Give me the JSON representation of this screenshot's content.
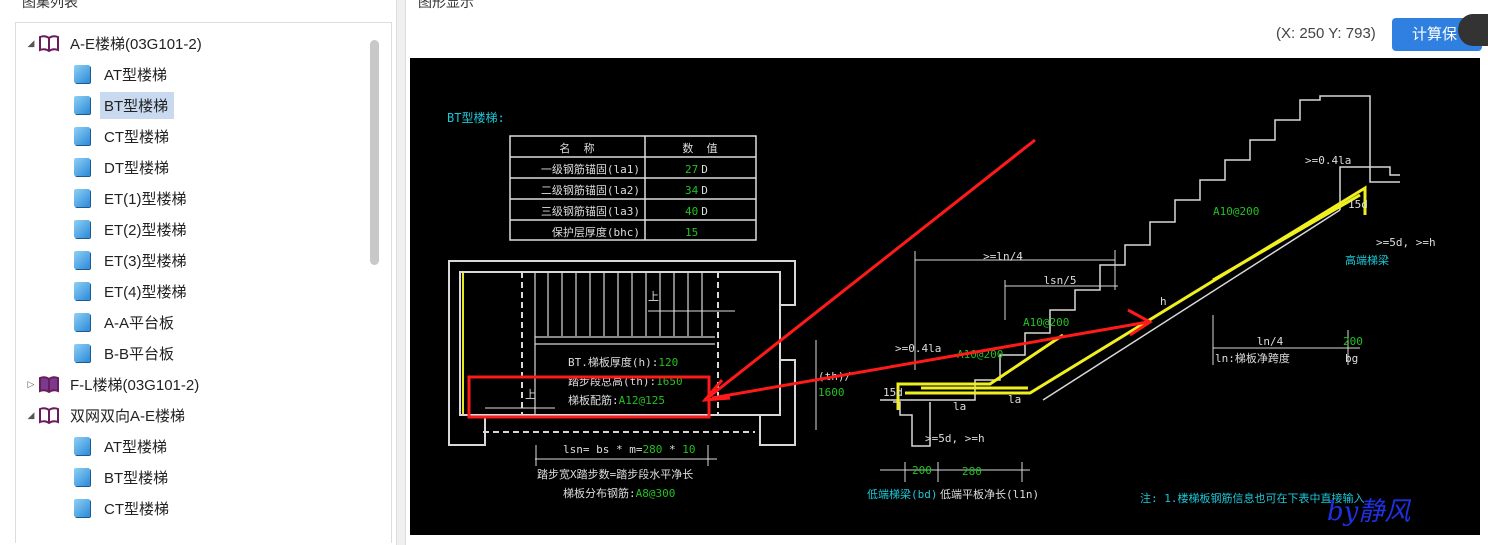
{
  "left_panel": {
    "title": "图集列表",
    "tree": [
      {
        "label": "A-E楼梯(03G101-2)",
        "type": "book",
        "expanded": true,
        "book_color": "#6a1b5a"
      },
      {
        "label": "AT型楼梯",
        "type": "page"
      },
      {
        "label": "BT型楼梯",
        "type": "page",
        "selected": true
      },
      {
        "label": "CT型楼梯",
        "type": "page"
      },
      {
        "label": "DT型楼梯",
        "type": "page"
      },
      {
        "label": "ET(1)型楼梯",
        "type": "page"
      },
      {
        "label": "ET(2)型楼梯",
        "type": "page"
      },
      {
        "label": "ET(3)型楼梯",
        "type": "page"
      },
      {
        "label": "ET(4)型楼梯",
        "type": "page"
      },
      {
        "label": "A-A平台板",
        "type": "page"
      },
      {
        "label": "B-B平台板",
        "type": "page"
      },
      {
        "label": "F-L楼梯(03G101-2)",
        "type": "book",
        "expanded": false
      },
      {
        "label": "双网双向A-E楼梯",
        "type": "book",
        "expanded": true
      },
      {
        "label": "AT型楼梯",
        "type": "page"
      },
      {
        "label": "BT型楼梯",
        "type": "page"
      },
      {
        "label": "CT型楼梯",
        "type": "page"
      }
    ]
  },
  "right_panel": {
    "title": "图形显示",
    "coords": "(X: 250 Y: 793)",
    "calc_button": "计算保"
  },
  "drawing": {
    "title": "BT型楼梯:",
    "table": {
      "headers": [
        "名  称",
        "数  值"
      ],
      "rows": [
        {
          "name": "一级钢筋锚固(la1)",
          "value": "27",
          "unit": "D"
        },
        {
          "name": "二级钢筋锚固(la2)",
          "value": "34",
          "unit": "D"
        },
        {
          "name": "三级钢筋锚固(la3)",
          "value": "40",
          "unit": "D"
        },
        {
          "name": "保护层厚度(bhc)",
          "value": "15",
          "unit": ""
        }
      ]
    },
    "plan": {
      "up1": "上",
      "up2": "上",
      "thickness_label": "BT.梯板厚度(h):",
      "thickness": "120",
      "height_label": "踏步段总高(th):",
      "height": "1650",
      "rebar_label": "梯板配筋:",
      "rebar": "A12@125",
      "lsn_label": "lsn= bs * m=",
      "bs": "280",
      "m_sep": " * ",
      "m": "10",
      "desc": "踏步宽X踏步数=踏步段水平净长",
      "dist_label": "梯板分布钢筋:",
      "dist": "A8@300",
      "side_label": "(th)/",
      "side_value": "1600"
    },
    "section": {
      "ge_ln4": ">=ln/4",
      "lsn5": "lsn/5",
      "rebar_top": "A10@200",
      "rebar_low": "A10@200",
      "rebar_low2": "A10@200",
      "ge04la_low": ">=0.4la",
      "ge04la_high": ">=0.4la",
      "d15_low": "15d",
      "d15_high": "15d",
      "ge5d_low": ">=5d, >=h",
      "ge5d_high": ">=5d, >=h",
      "la1": "la",
      "la2": "la",
      "h": "h",
      "high_beam": "高端梯梁",
      "ln4": "ln/4",
      "bg_val": "200",
      "ln_label": "ln:梯板净跨度",
      "bg": "bg",
      "bottom_200": "200",
      "bottom_280": "280",
      "low_beam": "低端梯梁(bd)",
      "low_flat": "低端平板净长(l1n)",
      "note": "注: 1.楼梯板钢筋信息也可在下表中直接输入"
    },
    "watermark": "by静风",
    "colors": {
      "cyan": "#19c8d8",
      "green": "#22c022",
      "yellow": "#f0f020",
      "red": "#ff1a1a",
      "line": "#d8d8d8"
    }
  }
}
